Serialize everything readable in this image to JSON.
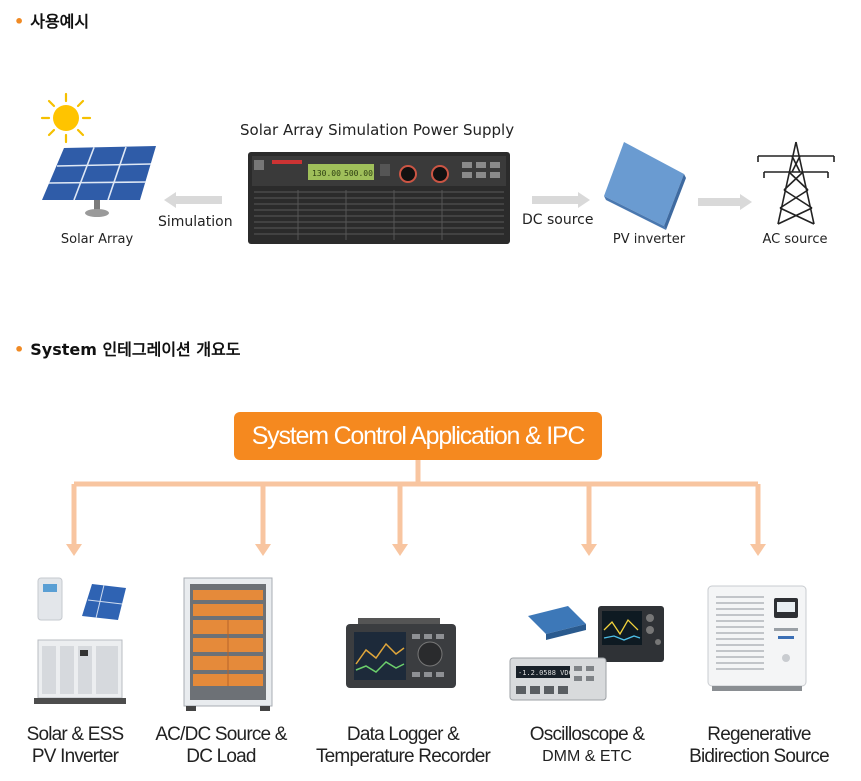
{
  "section1": {
    "title": "사용예시",
    "power_supply_title": "Solar Array Simulation Power Supply",
    "labels": {
      "solar_array": "Solar Array",
      "simulation": "Simulation",
      "dc_source": "DC source",
      "pv_inverter": "PV inverter",
      "ac_source": "AC source"
    },
    "display_readout_left": "130.00",
    "display_readout_right": "500.00"
  },
  "section2": {
    "title": "System 인테그레이션 개요도",
    "system_box": "System Control Application & IPC",
    "items": [
      {
        "line1": "Solar & ESS",
        "line2": "PV Inverter"
      },
      {
        "line1": "AC/DC Source &",
        "line2": "DC Load"
      },
      {
        "line1": "Data Logger &",
        "line2": "Temperature Recorder"
      },
      {
        "line1": "Oscilloscope &",
        "line2": "DMM & ETC"
      },
      {
        "line1": "Regenerative",
        "line2": "Bidirection Source"
      }
    ]
  },
  "colors": {
    "accent_orange": "#f5891f",
    "connector_peach": "#f8c5a0",
    "gray_arrow": "#d9d9d9"
  }
}
